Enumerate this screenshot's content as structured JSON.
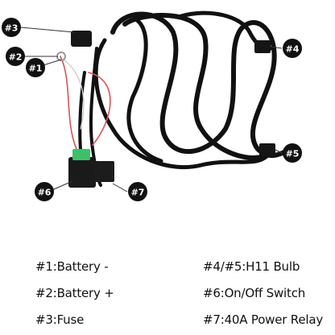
{
  "callouts": {
    "c1": "#1",
    "c2": "#2",
    "c3": "#3",
    "c4": "#4",
    "c5": "#5",
    "c6": "#6",
    "c7": "#7"
  },
  "legend": {
    "battery_neg": "#1:Battery -",
    "battery_pos": "#2:Battery +",
    "fuse": "#3:Fuse",
    "bulb": "#4/#5:H11 Bulb",
    "switch": "#6:On/Off Switch",
    "relay": "#7:40A Power Relay"
  },
  "colors": {
    "wire": "#111111",
    "red_wire": "#d4555a",
    "switch_green": "#3fbf6a",
    "callout_bg": "#111111",
    "callout_text": "#ffffff"
  },
  "icons": [
    "wiring-harness-photo",
    "callout-badge"
  ]
}
